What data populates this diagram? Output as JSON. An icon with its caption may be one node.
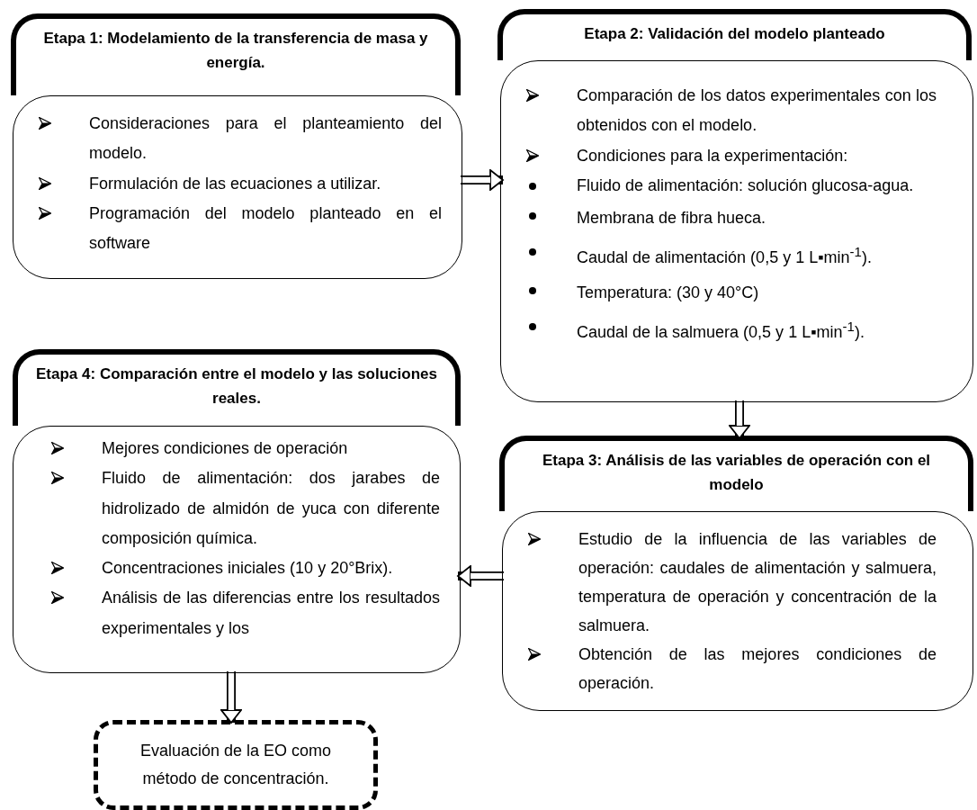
{
  "diagram": {
    "nodes": [
      {
        "text": [
          "Etapa 1: Modelamiento de la transferencia de masa y energía."
        ]
      },
      {
        "text": [
          "Consideraciones para el planteamiento del modelo.",
          "Formulación de las ecuaciones a utilizar.",
          "Programación del modelo planteado en el software"
        ]
      },
      {
        "text": [
          "Etapa 2: Validación del modelo planteado"
        ]
      },
      {
        "text": [
          "Comparación de los datos experimentales con los obtenidos con el modelo.",
          "Condiciones para la experimentación:",
          "Fluido de alimentación: solución glucosa-agua.",
          "Membrana de fibra hueca.",
          "Caudal de alimentación  (0,5 y 1  L▪min$^{-1}$).",
          "Temperatura: (30 y 40°C)",
          "Caudal de la salmuera  (0,5 y 1 L▪min$^{-1}$)."
        ]
      },
      {
        "text": [
          "Etapa 3: Análisis de las variables de operación con el modelo"
        ]
      },
      {
        "text": [
          "Estudio de la influencia de las variables de operación: caudales de alimentación y salmuera, temperatura de operación y concentración de la salmuera.",
          "Obtención de las mejores condiciones de operación."
        ]
      },
      {
        "text": [
          "Etapa 4: Comparación entre el modelo y las soluciones reales."
        ]
      },
      {
        "text": [
          "Mejores condiciones de operación",
          "Fluido de alimentación: dos jarabes de hidrolizado de  almidón de yuca con diferente composición química.",
          "Concentraciones iniciales (10 y 20°Brix).",
          "Análisis de las diferencias entre los resultados experimentales y los"
        ]
      },
      {
        "text": [
          "Evaluación de la EO como método de concentración."
        ]
      }
    ],
    "edges": [
      {
        "from": 1,
        "to": 3,
        "arrow": "to"
      },
      {
        "from": 3,
        "to": 4,
        "arrow": "to"
      },
      {
        "from": 5,
        "to": 7,
        "arrow": "to"
      },
      {
        "from": 7,
        "to": 8,
        "arrow": "to"
      }
    ]
  }
}
